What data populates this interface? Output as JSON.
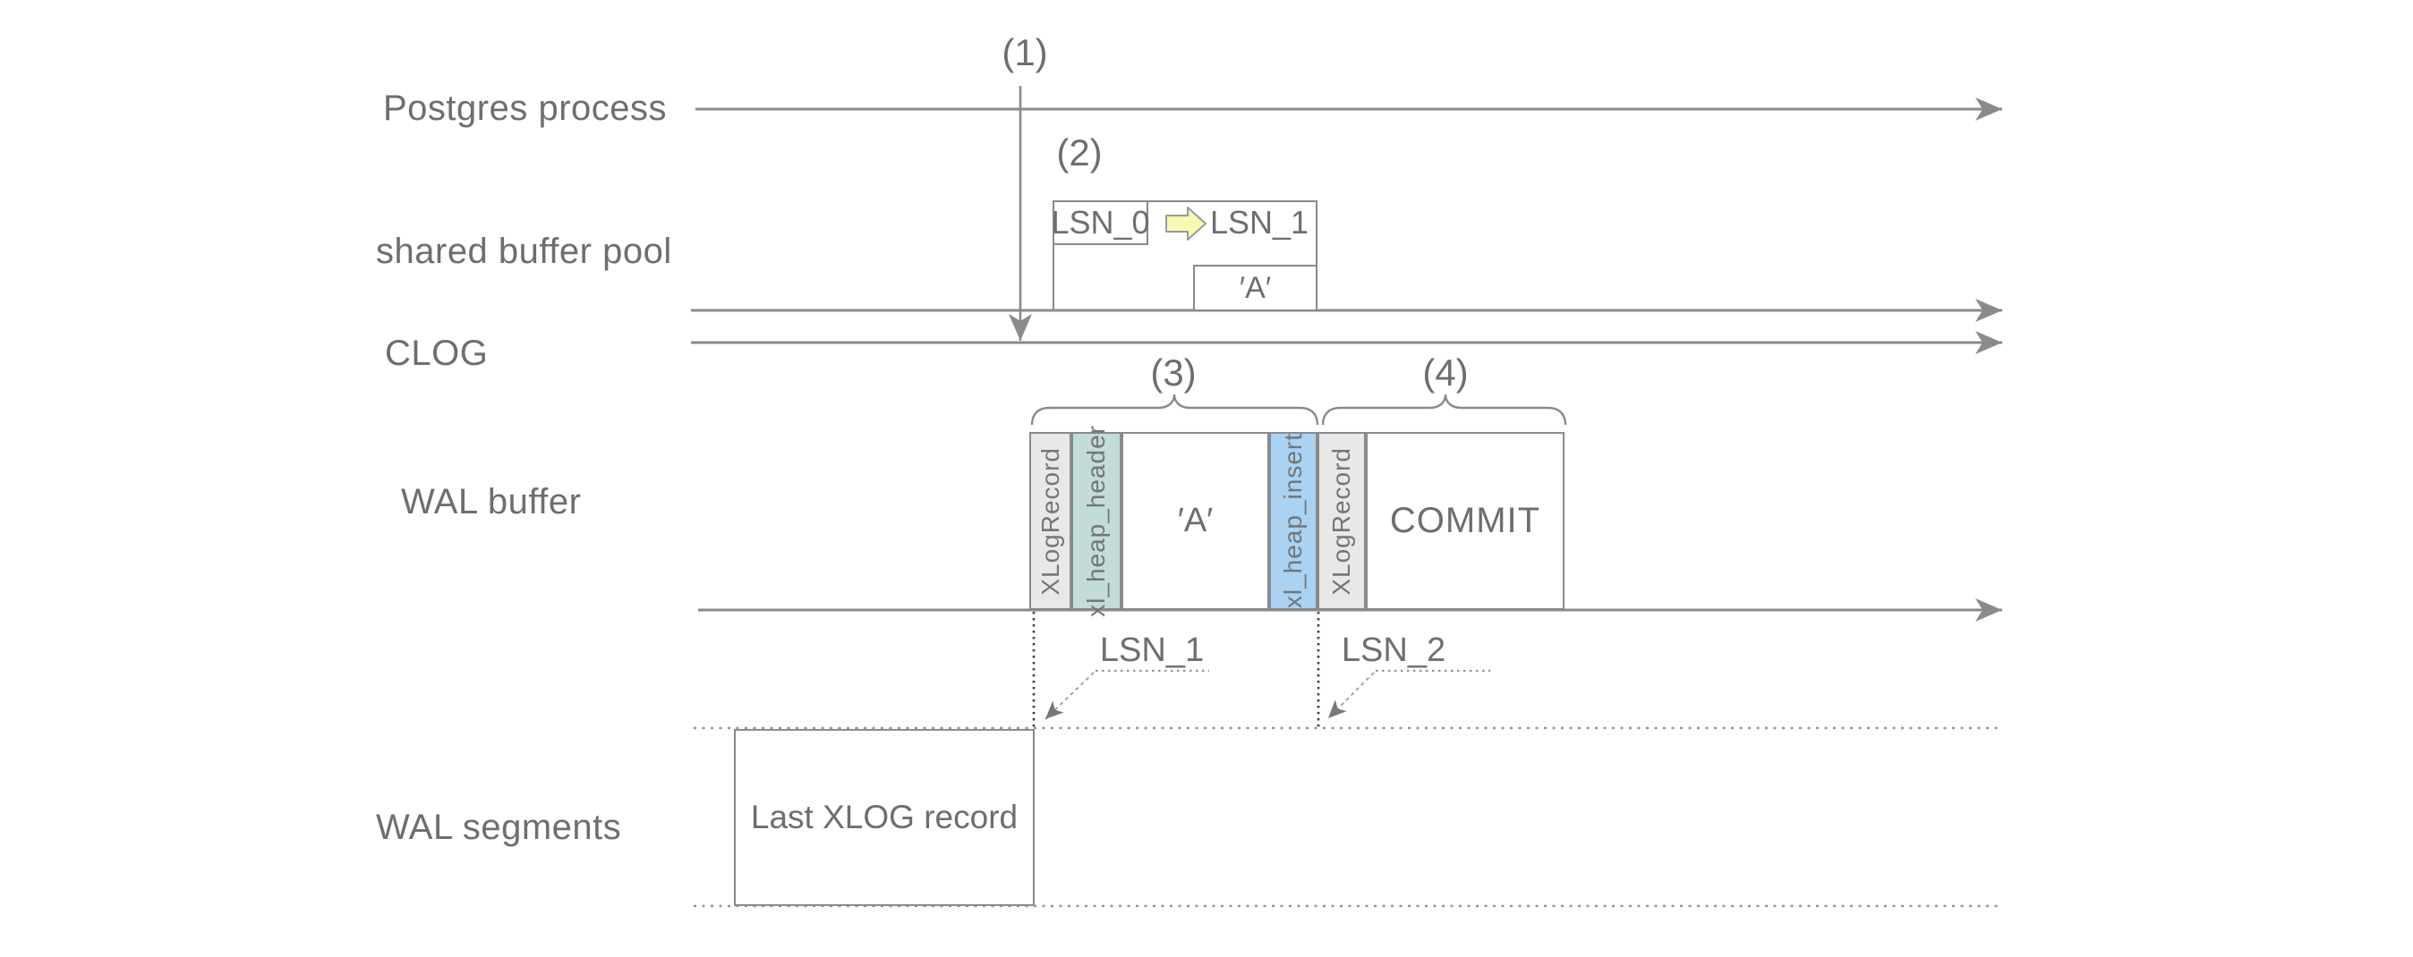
{
  "diagram": {
    "lanes": [
      {
        "label": "Postgres process"
      },
      {
        "label": "shared buffer pool"
      },
      {
        "label": "CLOG"
      },
      {
        "label": "WAL buffer"
      },
      {
        "label": "WAL segments"
      }
    ],
    "steps": [
      {
        "label": "(1)"
      },
      {
        "label": "(2)"
      },
      {
        "label": "(3)"
      },
      {
        "label": "(4)"
      }
    ],
    "shared_buffer_page": {
      "lsn_before": "LSN_0",
      "lsn_after": "LSN_1",
      "tuple": "′A′"
    },
    "wal_buffer": {
      "records": [
        {
          "label": "XLogRecord",
          "fill": "#e8e8e8",
          "orientation": "vertical"
        },
        {
          "label": "xl_heap_header",
          "fill": "#c2dcda",
          "orientation": "vertical"
        },
        {
          "label": "′A′",
          "fill": "#ffffff",
          "orientation": "horizontal"
        },
        {
          "label": "xl_heap_insert",
          "fill": "#a9d2f3",
          "orientation": "vertical"
        },
        {
          "label": "XLogRecord",
          "fill": "#e8e8e8",
          "orientation": "vertical"
        },
        {
          "label": "COMMIT",
          "fill": "#ffffff",
          "orientation": "horizontal"
        }
      ]
    },
    "lsn_markers": [
      {
        "label": "LSN_1"
      },
      {
        "label": "LSN_2"
      }
    ],
    "wal_segments": {
      "last_record": "Last XLOG record"
    },
    "palette": {
      "line_gray": "#8a8a8a",
      "text_gray": "#6e6e6e",
      "record_gray": "#e8e8e8",
      "record_teal": "#c2dcda",
      "record_blue": "#a9d2f3",
      "update_arrow_yellow": "#f9f9b1"
    }
  }
}
